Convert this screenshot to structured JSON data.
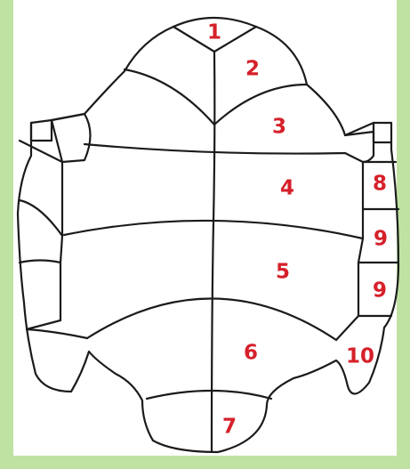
{
  "diagram": {
    "labels": {
      "l1": "1",
      "l2": "2",
      "l3": "3",
      "l4": "4",
      "l5": "5",
      "l6": "6",
      "l7": "7",
      "l8": "8",
      "l9a": "9",
      "l9b": "9",
      "l10": "10"
    },
    "colors": {
      "border": "#bfe2a3",
      "line": "#1b1b1b",
      "label": "#d6202a"
    }
  }
}
